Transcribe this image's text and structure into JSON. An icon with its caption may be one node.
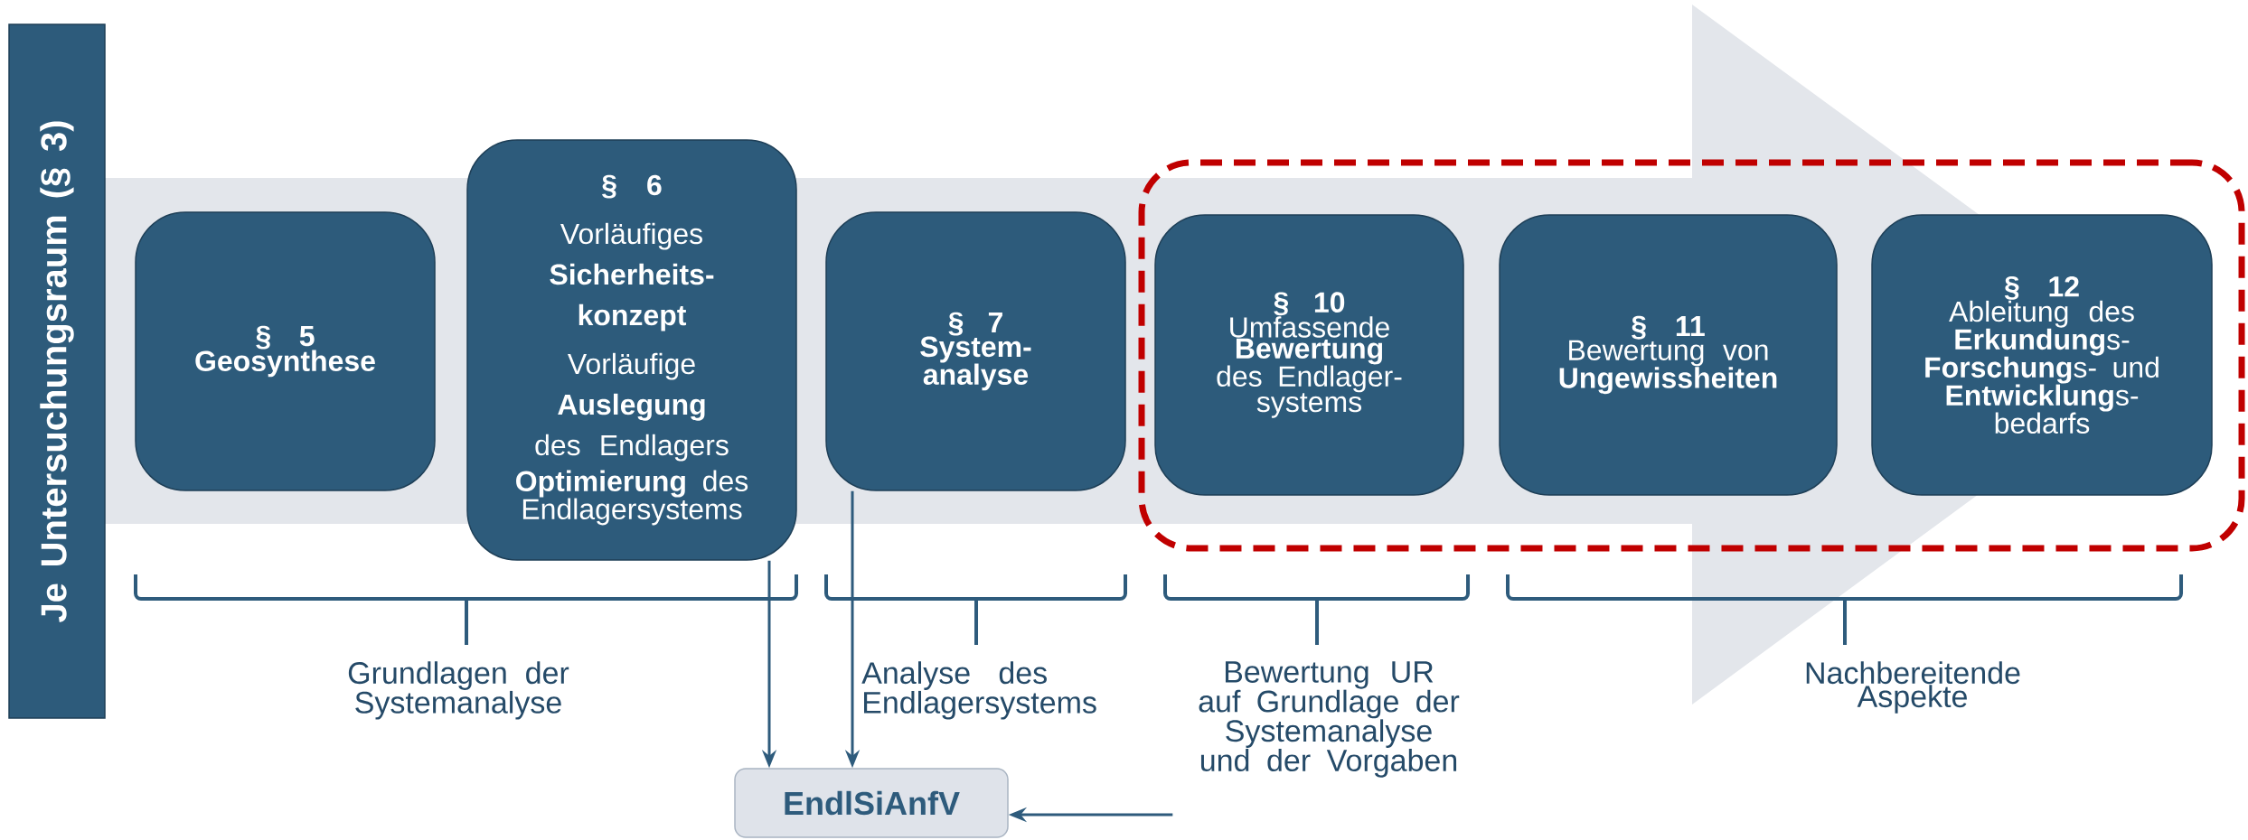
{
  "diagram": {
    "nodes": [
      {
        "text": [
          "Je Untersuchungsraum (§ 3)"
        ]
      },
      {
        "text": [
          "§ 5",
          "Geosynthese"
        ]
      },
      {
        "text": [
          "§ 6",
          "Vorläufiges **Sicherheits-konzept**",
          "Vorläufige **Auslegung** des Endlagers",
          "**Optimierung** des Endlagersystems"
        ]
      },
      {
        "text": [
          "§ 7",
          "System-analyse"
        ]
      },
      {
        "text": [],
        "shape": "box"
      },
      {
        "text": [
          "§ 10",
          "Umfassende **Bewertung** des Endlager-systems"
        ],
        "in": 4
      },
      {
        "text": [
          "§ 11",
          "Bewertung von **Ungewissheiten**"
        ],
        "in": 4
      },
      {
        "text": [
          "§ 12",
          "Ableitung des **Erkundung**s- **Forschung**s- und **Entwicklung**s-bedarfs"
        ],
        "in": 4
      },
      {
        "text": [
          "Bewertung UR auf Grundlage der Systemanalyse und der Vorgaben"
        ]
      },
      {
        "text": [
          "EndlSiAnfV"
        ]
      }
    ],
    "edges": [
      {
        "from": 0,
        "to": null,
        "arrow": "to",
        "color": "#e3e6eb"
      },
      {
        "from": 2,
        "to": 9,
        "arrow": "to"
      },
      {
        "from": 3,
        "to": 9,
        "arrow": "to"
      },
      {
        "from": 8,
        "to": 9,
        "arrow": "to"
      }
    ],
    "labels": [
      "Grundlagen der Systemanalyse",
      "Analyse des Endlagersystems",
      "Nachbereitende Aspekte"
    ]
  }
}
